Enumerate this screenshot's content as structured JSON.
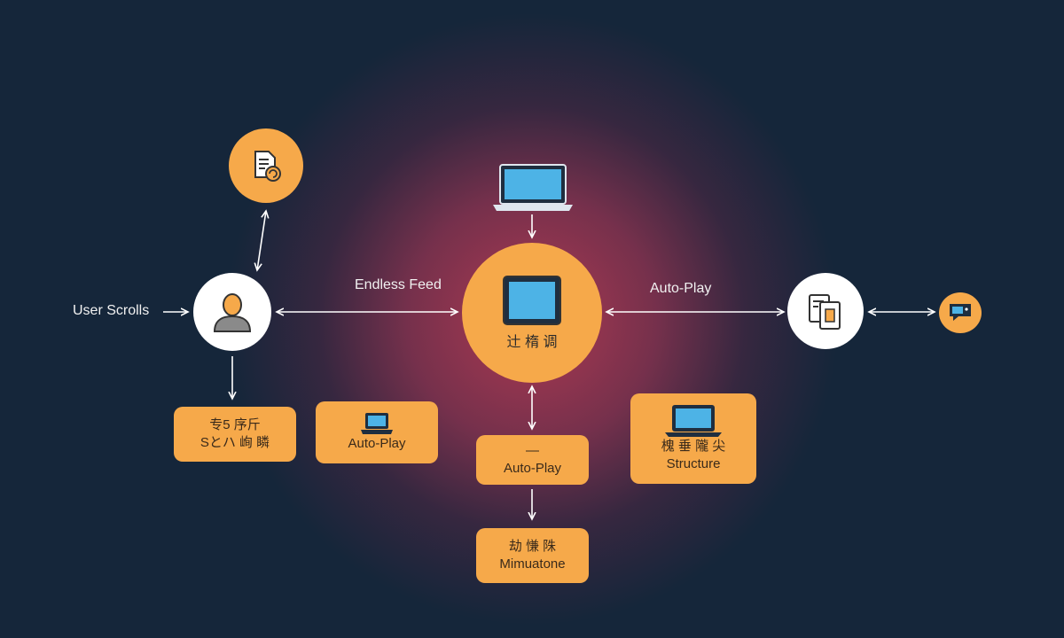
{
  "colors": {
    "background": "#15263a",
    "glow": "#b63a52",
    "node_orange": "#f6a94a",
    "node_white": "#ffffff",
    "screen_blue": "#4db3e6",
    "arrow": "#ffffff"
  },
  "labels": {
    "user_scrolls": "User Scrolls",
    "endless_feed": "Endless Feed",
    "auto_play_top": "Auto-Play"
  },
  "hub": {
    "label": "辻 楕 调"
  },
  "boxes": {
    "b1": {
      "line1": "专5 序斤",
      "line2": "Sとハ 峋 瞵"
    },
    "b2": {
      "line1": "Auto-Play"
    },
    "b3": {
      "line1": "—",
      "line2": "Auto-Play"
    },
    "b4": {
      "line1": "槐 垂 隴 尖",
      "line2": "Structure"
    },
    "b5": {
      "line1": "劫 慊 陎",
      "line2": "Mimuatone"
    }
  },
  "icons": {
    "document_refresh": "document-refresh-icon",
    "user_avatar": "user-avatar-icon",
    "laptop": "laptop-icon",
    "tablet": "tablet-icon",
    "documents": "documents-icon",
    "chat": "chat-icon"
  }
}
